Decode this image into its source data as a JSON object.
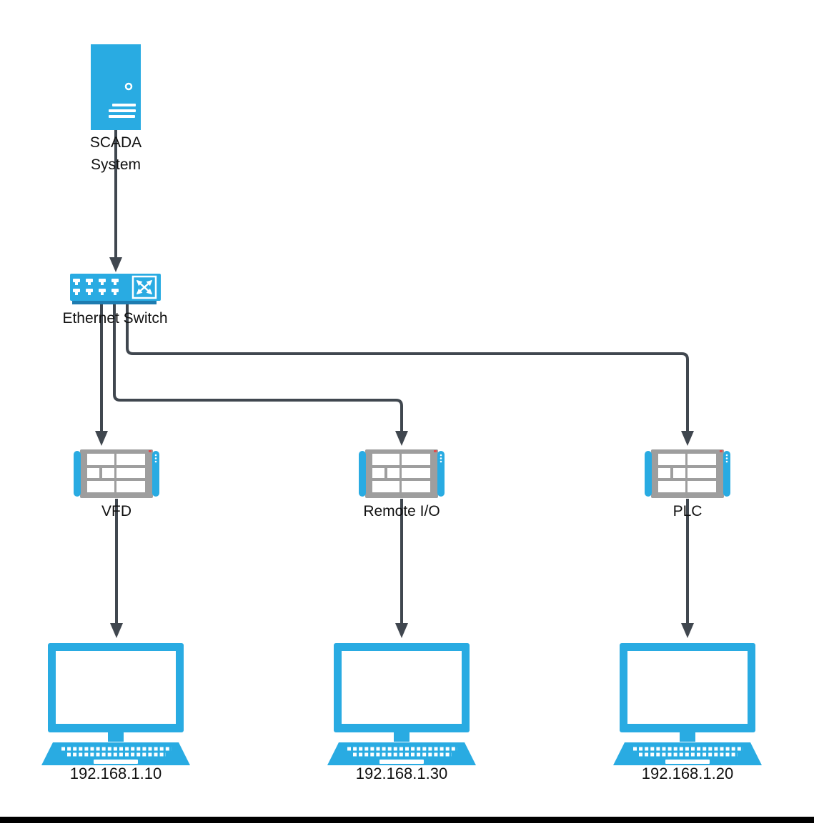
{
  "diagram": {
    "type": "network-topology",
    "scada": {
      "label_line1": "SCADA",
      "label_line2": "System"
    },
    "switch": {
      "label": "Ethernet Switch"
    },
    "columns": [
      {
        "device_label": "VFD",
        "station_ip": "192.168.1.10"
      },
      {
        "device_label": "Remote I/O",
        "station_ip": "192.168.1.30"
      },
      {
        "device_label": "PLC",
        "station_ip": "192.168.1.20"
      }
    ],
    "icons": {
      "scada": "server-tower-icon",
      "switch": "ethernet-switch-icon",
      "devices": "plc-module-icon",
      "stations": "workstation-monitor-keyboard-icon",
      "connectors": "arrow-connector"
    },
    "colors": {
      "accent_blue": "#29abe2",
      "accent_blue_dark": "#1e7cb0",
      "module_gray": "#9e9e9e",
      "connector_dark": "#40474f",
      "text": "#111111",
      "footer_bar": "#000000"
    }
  }
}
